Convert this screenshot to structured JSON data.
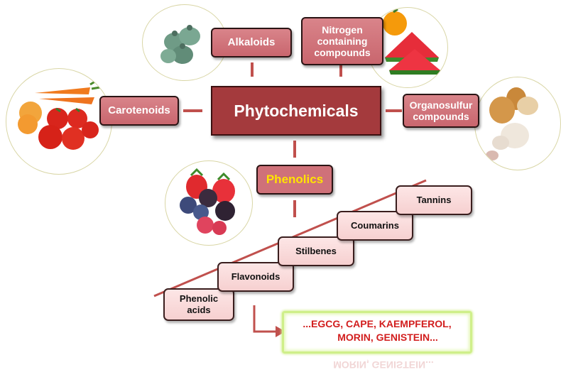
{
  "central": "Phytochemicals",
  "groups": {
    "alkaloids": "Alkaloids",
    "nitrogen_line1": "Nitrogen",
    "nitrogen_line2": "containing",
    "nitrogen_line3": "compounds",
    "carotenoids": "Carotenoids",
    "organosulfur_line1": "Organosulfur",
    "organosulfur_line2": "compounds",
    "phenolics": "Phenolics"
  },
  "steps": {
    "phenolic_line1": "Phenolic",
    "phenolic_line2": "acids",
    "flavonoids": "Flavonoids",
    "stilbenes": "Stilbenes",
    "coumarins": "Coumarins",
    "tannins": "Tannins"
  },
  "examples": {
    "line1": "...EGCG, CAPE, KAEMPFEROL,",
    "line2": "MORIN, GENISTEIN..."
  },
  "reflection": "MORIN, GENISTEIN...",
  "colors": {
    "central_fill": "#a43a3d",
    "box_fill": "#cf7179",
    "step_fill": "#fbdcdc",
    "connector": "#c0504d",
    "phenolics_text": "#ffe400",
    "examples_text": "#d21e1e",
    "examples_border": "#cfef8a"
  },
  "images": [
    "poppy-pods-image",
    "orange-watermelon-image",
    "carrots-tomatoes-image",
    "onion-garlic-image",
    "berries-image"
  ]
}
